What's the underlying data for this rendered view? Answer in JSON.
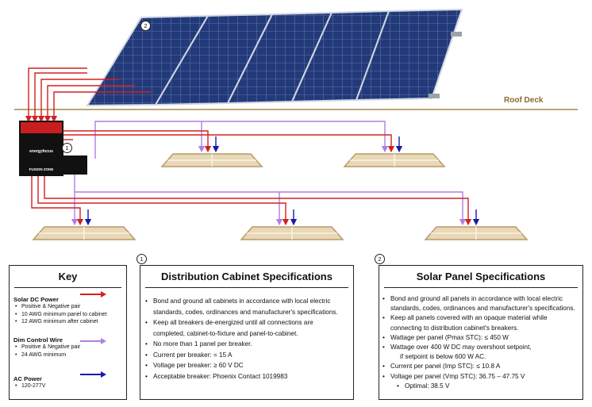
{
  "diagram": {
    "roof_label": "Roof Deck",
    "callout_panel": "2",
    "callout_box": "1",
    "cabinet_brand": "energyfocus",
    "cabinet_zone": "FUSION ZONE",
    "colors": {
      "solar_dc": "#d42020",
      "dim_control": "#b07ee0",
      "ac_power": "#1a1aa8",
      "roof_line": "#a6884a",
      "panel_blue": "#233a7a",
      "cabinet_red": "#c81e1e"
    }
  },
  "key": {
    "title": "Key",
    "groups": [
      {
        "title": "Solar DC Power",
        "color": "#d42020",
        "items": [
          "Positive & Negative pair",
          "10 AWG minimum panel to cabinet",
          "12 AWG minimum after cabinet"
        ]
      },
      {
        "title": "Dim Control Wire",
        "color": "#b07ee0",
        "items": [
          "Positive & Negative pair",
          "24 AWG minimum"
        ]
      },
      {
        "title": "AC Power",
        "color": "#1a1aa8",
        "items": [
          "120-277V"
        ]
      }
    ]
  },
  "distribution": {
    "num": "1",
    "title": "Distribution Cabinet Specifications",
    "bullets": [
      "Bond and ground all cabinets in accordance with local electric",
      "standards, codes, ordinances and manufacturer's specifications.",
      "Keep all breakers de-energized until all connections are",
      "completed, cabinet-to-fixture and panel-to-cabinet.",
      "No more than 1 panel per breaker.",
      "Current per breaker: = 15 A",
      "Voltage per breaker: ≥ 60 V DC",
      "Acceptable breaker:  Phoenix Contact 1019983"
    ]
  },
  "solar": {
    "num": "2",
    "title": "Solar Panel Specifications",
    "bullets": [
      "Bond and ground all panels in accordance with local electric",
      "standards, codes, ordinances and manufacturer's specifications.",
      "Keep all panels covered with an opaque material while",
      "connecting to distribution cabinet's breakers.",
      "Wattage per panel (Pmax STC): ≤ 450 W",
      "Wattage over 400 W DC may overshoot setpoint,",
      "if setpoint is below 600 W AC.",
      "Current per panel (Imp STC): ≤ 10.8 A",
      "Voltage per panel (Vmp STC): 36.75 – 47.75 V",
      "Optimal: 38.5 V"
    ]
  }
}
